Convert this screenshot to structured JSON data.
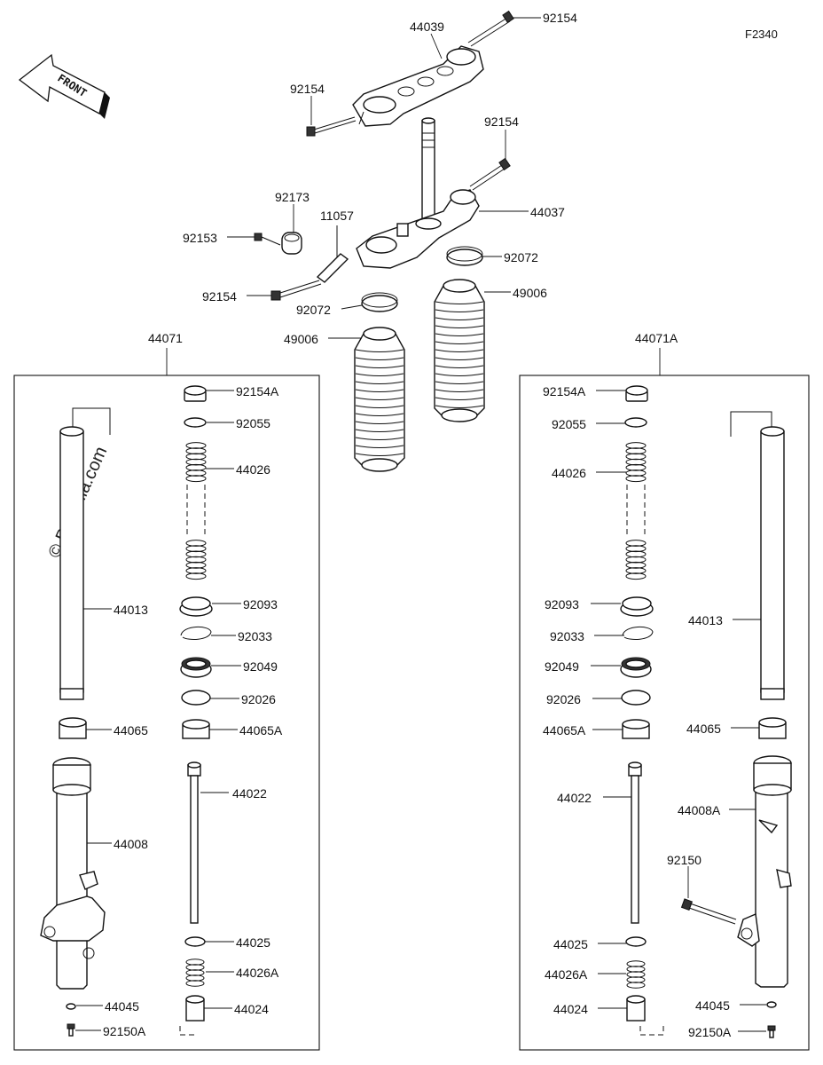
{
  "figure_code": "F2340",
  "watermark": "© Partzilla.com",
  "front_label": "FRONT",
  "group_labels": {
    "left": "44071",
    "right": "44071A"
  },
  "top_labels": {
    "upper_bracket": "44039",
    "bolt_top_right": "92154",
    "bolt_top_left": "92154",
    "bolt_mid_right": "92154",
    "lower_bracket": "44037",
    "clamp": "92173",
    "bracket_plate": "11057",
    "small_bolt": "92153",
    "band_right": "92072",
    "bolt_lower_left": "92154",
    "band_left": "92072",
    "boot_right": "49006",
    "boot_left": "49006"
  },
  "left_labels": {
    "cap_bolt": "92154A",
    "oring": "92055",
    "spring": "44026",
    "outer_tube": "44013",
    "dust_seal": "92093",
    "clip": "92033",
    "oil_seal": "92049",
    "washer": "92026",
    "bush_outer": "44065",
    "bush_inner": "44065A",
    "cylinder": "44022",
    "inner_tube": "44008",
    "ring": "44025",
    "spring_small": "44026A",
    "gasket": "44045",
    "piece": "44024",
    "bottom_bolt": "92150A"
  },
  "right_labels": {
    "cap_bolt": "92154A",
    "oring": "92055",
    "spring": "44026",
    "dust_seal": "92093",
    "clip": "92033",
    "oil_seal": "92049",
    "washer": "92026",
    "bush_inner": "44065A",
    "outer_tube": "44013",
    "bush_outer": "44065",
    "cylinder": "44022",
    "inner_tube": "44008A",
    "axle_bolt": "92150",
    "ring": "44025",
    "spring_small": "44026A",
    "gasket": "44045",
    "piece": "44024",
    "bottom_bolt": "92150A"
  }
}
